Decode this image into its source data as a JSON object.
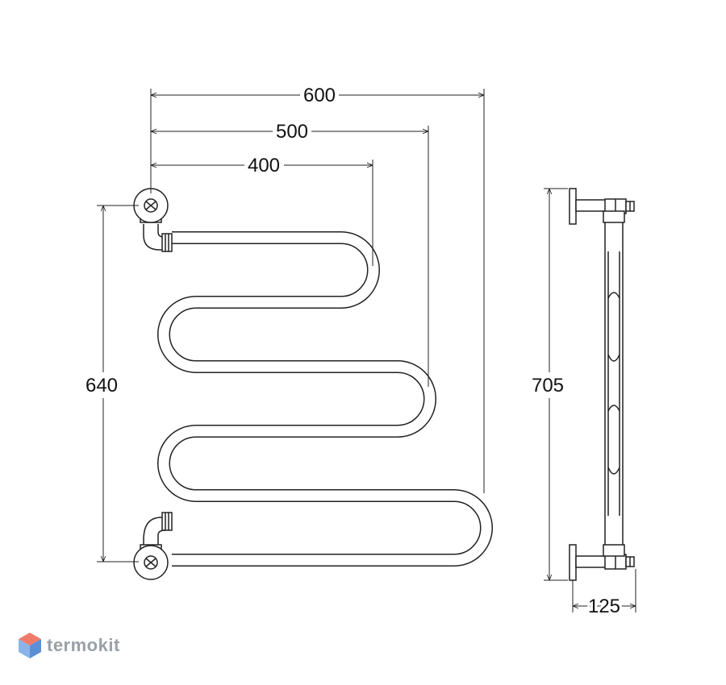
{
  "dimensions": {
    "width_600": "600",
    "width_500": "500",
    "width_400": "400",
    "height_640": "640",
    "height_705": "705",
    "depth_125": "125"
  },
  "watermark": {
    "text": "termokit",
    "icon": "hexagon-cube-icon",
    "colors": {
      "top": "#f07a6a",
      "left": "#8ab4e8",
      "right": "#5b8fd6",
      "text": "#9aa0a6"
    }
  },
  "colors": {
    "line": "#222222",
    "background": "#ffffff"
  }
}
